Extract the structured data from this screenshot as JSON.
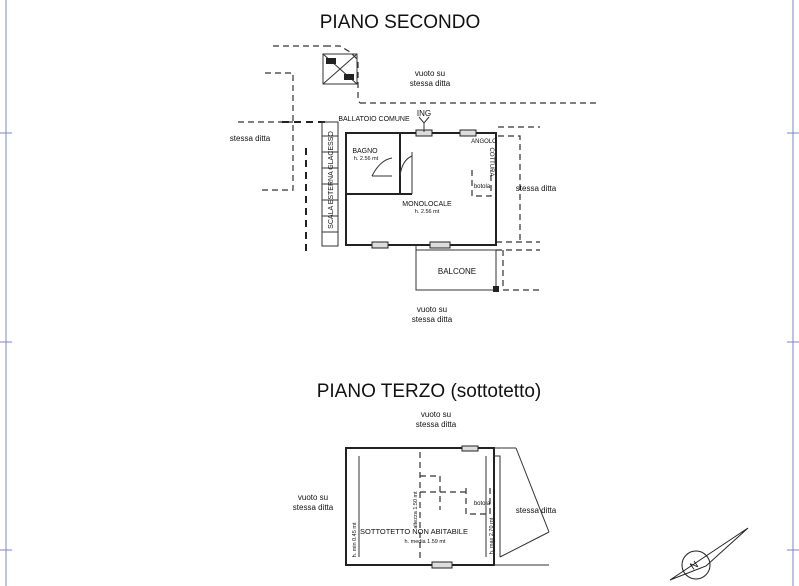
{
  "floor2": {
    "title": "PIANO SECONDO",
    "labels": {
      "vuoto_top_1": "vuoto su",
      "vuoto_top_2": "stessa ditta",
      "stessa_left": "stessa ditta",
      "ballatoio": "BALLATOIO COMUNE",
      "ing": "ING",
      "angolo": "ANGOLO",
      "cottura": "COTTURA",
      "bagno": "BAGNO",
      "bagno_h": "h. 2.56 mt",
      "scala": "SCALA ESTERNA GLACESSO",
      "botola": "botola",
      "stessa_right": "stessa ditta",
      "monolocale": "MONOLOCALE",
      "monolocale_h": "h. 2.56 mt",
      "balcone": "BALCONE",
      "vuoto_bottom_1": "vuoto su",
      "vuoto_bottom_2": "stessa ditta"
    }
  },
  "floor3": {
    "title": "PIANO TERZO (sottotetto)",
    "labels": {
      "vuoto_top_1": "vuoto su",
      "vuoto_top_2": "stessa ditta",
      "vuoto_left_1": "vuoto su",
      "vuoto_left_2": "stessa ditta",
      "stessa_right": "stessa ditta",
      "botola": "botola",
      "h_min": "h. min 0.45 mt",
      "altezza": "altezza 1.50 mt",
      "h_max": "h. max 2.70 mt",
      "sottotetto": "SOTTOTETTO NON ABITABILE",
      "h_media": "h. media 1.59 mt"
    }
  },
  "compass": {
    "letter": "N"
  }
}
